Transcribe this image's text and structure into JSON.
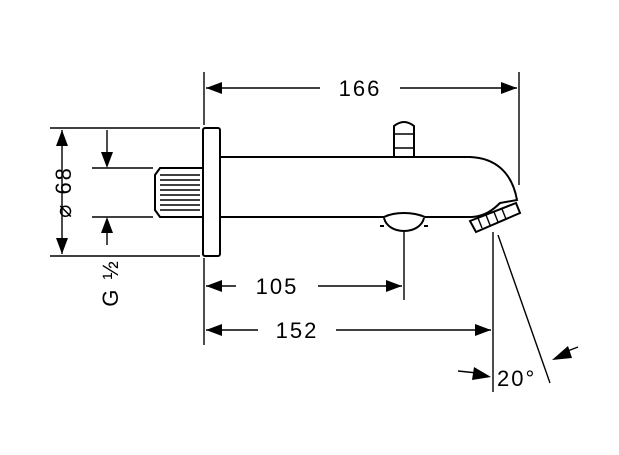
{
  "dimensions": {
    "overall_length": "166",
    "diverter_offset": "105",
    "outlet_offset": "152",
    "flange_diameter": "⌀ 68",
    "thread": "G ½",
    "outlet_angle": "20°"
  }
}
